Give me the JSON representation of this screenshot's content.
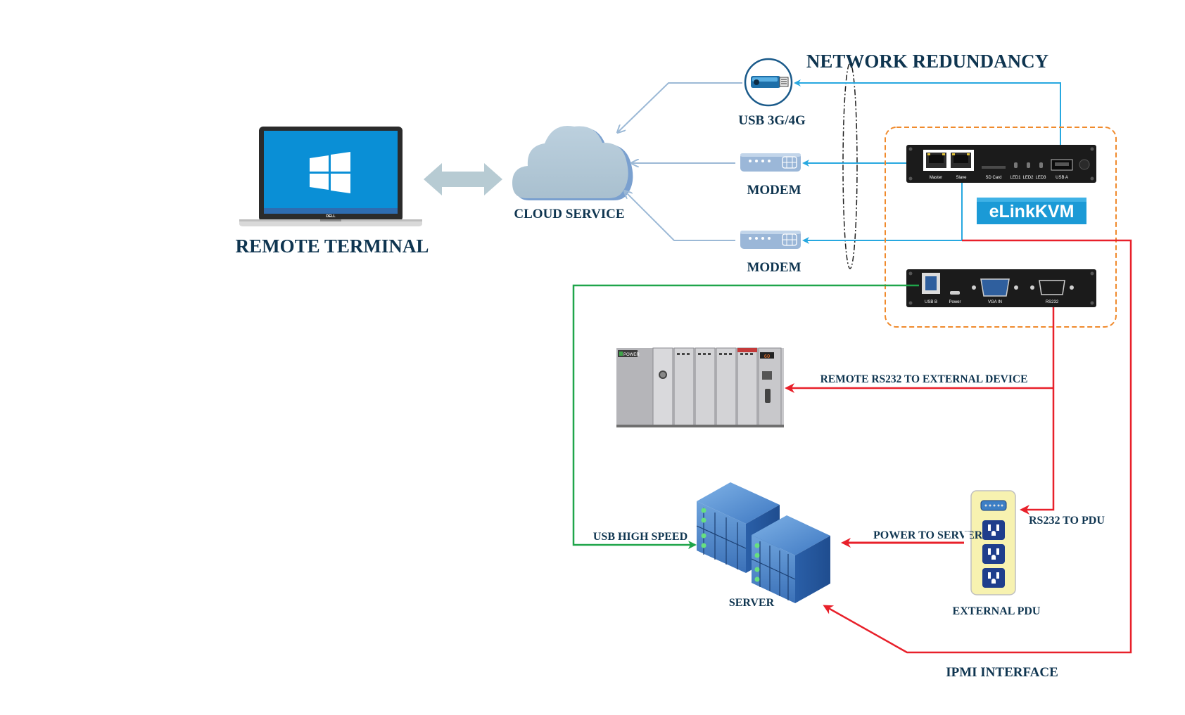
{
  "labels": {
    "remote_terminal": "REMOTE TERMINAL",
    "cloud_service": "CLOUD SERVICE",
    "network_redundancy": "NETWORK REDUNDANCY",
    "usb_3g4g": "USB 3G/4G",
    "modem_1": "MODEM",
    "modem_2": "MODEM",
    "remote_rs232": "REMOTE RS232 TO EXTERNAL DEVICE",
    "usb_high_speed": "USB HIGH SPEED",
    "power_to_server": "POWER TO SERVER",
    "rs232_to_pdu": "RS232 TO PDU",
    "server": "SERVER",
    "external_pdu": "EXTERNAL PDU",
    "ipmi_interface": "IPMI INTERFACE",
    "brand": "eLinkKVM",
    "laptop_logo": "DELL"
  },
  "device_ports": {
    "front": [
      "Master",
      "Slave",
      "SD Card",
      "LED1",
      "LED2",
      "LED3",
      "USB A"
    ],
    "back": [
      "USB B",
      "Power",
      "VGA IN",
      "RS232"
    ]
  },
  "plc_labels": [
    "POWER",
    "60"
  ],
  "colors": {
    "network_line": "#27a8e0",
    "cloud_line": "#9cb9d6",
    "serial_line": "#e8202a",
    "usb_line": "#1fa54a",
    "enclosure": "#f08a2c",
    "brand_bg": "#1b9ad6",
    "heading": "#0f3550"
  },
  "icons": [
    "laptop-icon",
    "windows-logo-icon",
    "cloud-icon",
    "usb-modem-icon",
    "modem-icon",
    "kvm-device-icon",
    "plc-rack-icon",
    "server-rack-icon",
    "power-strip-icon"
  ]
}
